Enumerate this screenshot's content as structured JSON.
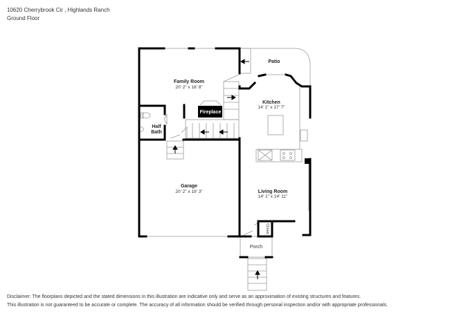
{
  "header": {
    "address": "10620 Cherrybrook Cir , Highlands Ranch",
    "floor": "Ground Floor"
  },
  "rooms": [
    {
      "name": "Family Room",
      "dims": "20' 2\" x 18' 8\""
    },
    {
      "name": "Kitchen",
      "dims": "14' 1\" x 17' 7\""
    },
    {
      "name": "Garage",
      "dims": "20' 2\" x 19' 3\""
    },
    {
      "name": "Living Room",
      "dims": "14' 1\" x 14' 11\""
    }
  ],
  "labels": {
    "patio": "Patio",
    "fireplace": "Fireplace",
    "half_bath_1": "Half",
    "half_bath_2": "Bath",
    "closet": "Closet",
    "porch": "Porch"
  },
  "disclaimer": {
    "line1": "Disclaimer: The floorplans depicted and the stated dimensions in this illustration are indicative only and serve as an approximation of existing structures and features.",
    "line2": "This illustration is not guaranteed to be accurate or complete. The accuracy of all information should be verified through personal inspection and/or with appropriate professionals."
  }
}
